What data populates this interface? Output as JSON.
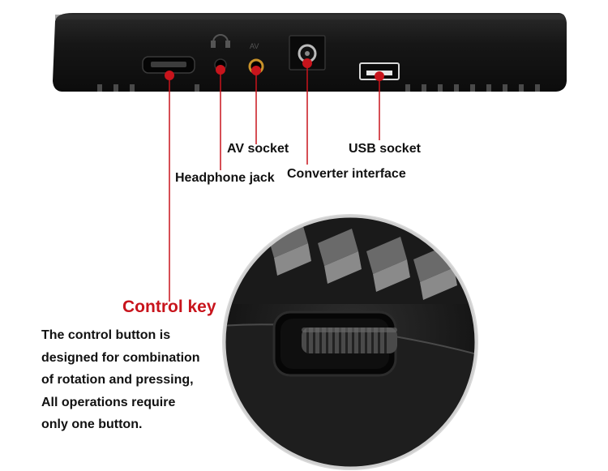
{
  "labels": {
    "av_socket": "AV socket",
    "usb_socket": "USB socket",
    "headphone_jack": "Headphone jack",
    "converter_interface": "Converter interface",
    "control_key": "Control key",
    "av_port_marking": "AV"
  },
  "description": {
    "lines": [
      "The control button is",
      "designed for combination",
      "of rotation and pressing,",
      "All operations require",
      "only one button."
    ]
  },
  "colors": {
    "callout_line": "#c8141c",
    "control_key_text": "#c8141c",
    "device_body": "#141414",
    "av_ring": "#c8922a"
  }
}
